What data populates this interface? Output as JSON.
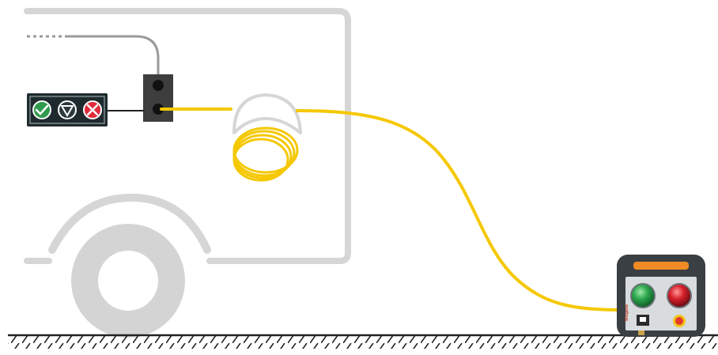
{
  "diagram": {
    "vehicle": {
      "outline_color": "#d6d6d6"
    },
    "cable": {
      "color": "#f5c800"
    },
    "signal_line": {
      "color": "#9a9a9a"
    },
    "ground": {
      "color": "#222222"
    },
    "indicator_panel": {
      "background": "#1f2a2e",
      "buttons": [
        {
          "icon": "checkmark-icon",
          "color": "#2e9a4e"
        },
        {
          "icon": "triangle-down-icon",
          "color": "#2b3a40"
        },
        {
          "icon": "cross-icon",
          "color": "#e02b3a"
        }
      ]
    },
    "control_unit": {
      "brand": "Wiegand",
      "housing_color": "#3a3f44",
      "handle_accent": "#f08a24",
      "lamps": [
        {
          "name": "green-lamp",
          "color": "#2fa84f"
        },
        {
          "name": "red-lamp",
          "color": "#d8202c"
        }
      ],
      "stop_button_color": "#e33b2b"
    }
  }
}
